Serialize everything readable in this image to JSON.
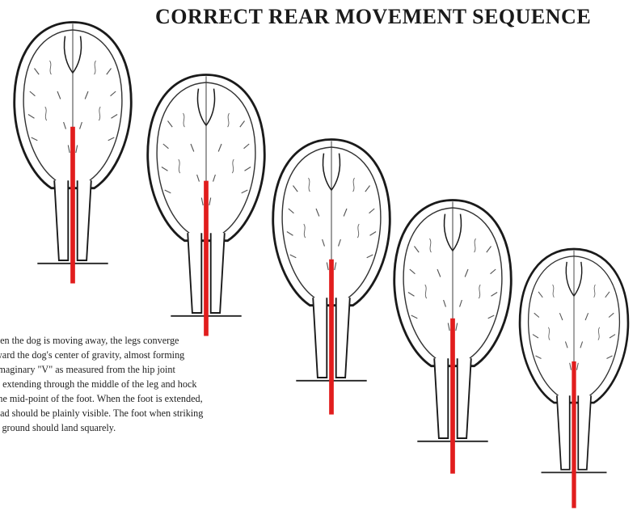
{
  "title": "CORRECT REAR MOVEMENT SEQUENCE",
  "caption_lines": [
    "hen the dog is moving away, the legs converge",
    "ward the dog's center of gravity, almost forming",
    " imaginary \"V\" as measured from the hip joint",
    "d extending through the middle of the leg and hock",
    "the mid-point of the foot.  When the foot is extended,",
    " pad should be plainly visible.  The foot when striking",
    "e ground should land squarely."
  ],
  "figures": [
    {
      "id": "stage-1",
      "step": 1
    },
    {
      "id": "stage-2",
      "step": 2
    },
    {
      "id": "stage-3",
      "step": 3
    },
    {
      "id": "stage-4",
      "step": 4
    },
    {
      "id": "stage-5",
      "step": 5
    }
  ],
  "colors": {
    "outline": "#1a1a1a",
    "fur": "#555555",
    "red_line": "#e11d1d",
    "ground": "#222222"
  }
}
